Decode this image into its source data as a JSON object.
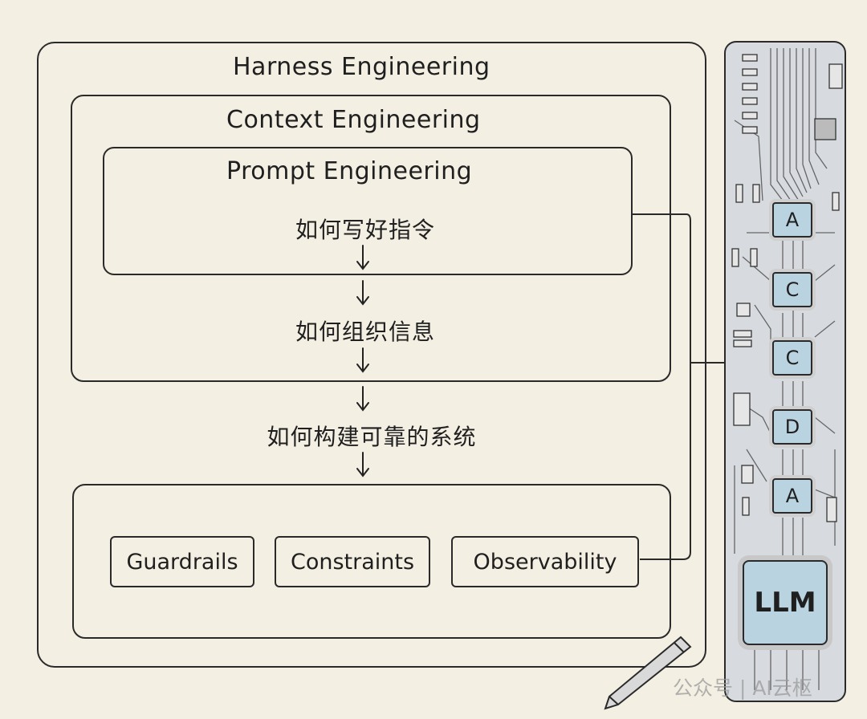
{
  "harness": {
    "title": "Harness Engineering"
  },
  "context": {
    "title": "Context Engineering"
  },
  "prompt": {
    "title": "Prompt Engineering",
    "text": "如何写好指令"
  },
  "step2": "如何组织信息",
  "step3": "如何构建可靠的系统",
  "components": {
    "guardrails": "Guardrails",
    "constraints": "Constraints",
    "observability": "Observability"
  },
  "board": {
    "chips": [
      "A",
      "C",
      "C",
      "D",
      "A"
    ],
    "llm": "LLM",
    "board_color": "#d7dbe0",
    "chip_color": "#b9d3e0"
  },
  "watermark": "公众号 | AI云枢"
}
